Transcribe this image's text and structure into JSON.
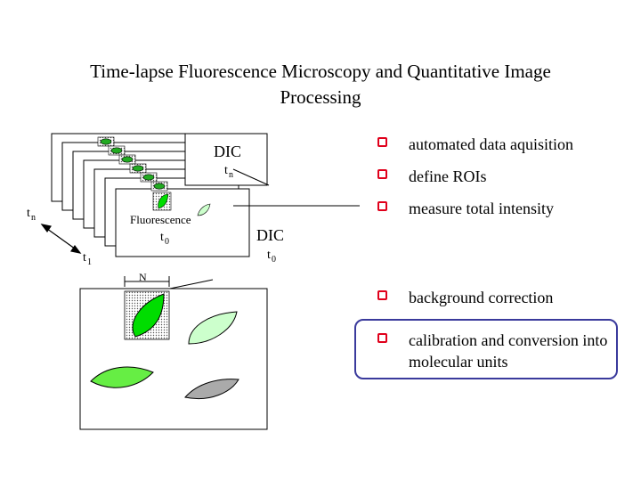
{
  "title": {
    "line1": "Time-lapse Fluorescence Microscopy and Quantitative Image",
    "line2": "Processing"
  },
  "diagram": {
    "dic_stack_label": "DIC",
    "dic_stack_time": "n",
    "fluorescence_label": "Fluorescence",
    "fluorescence_time": "0",
    "dic_t0_label": "DIC",
    "dic_t0_time": "0",
    "axis_tn_time": "n",
    "axis_t1_time": "1",
    "time_prefix": "t",
    "roi_label": "N"
  },
  "bullets": [
    {
      "text": "automated data aquisition"
    },
    {
      "text": "define ROIs"
    },
    {
      "text": "measure total intensity"
    },
    {
      "text": "background correction"
    },
    {
      "text": "calibration and conversion into molecular units"
    }
  ],
  "colors": {
    "bullet": "#e0001b",
    "highlight_border": "#3a3a9c",
    "cell_bright": "#00dd00",
    "cell_light": "#ccffcc",
    "cell_mid": "#66ee44",
    "cell_gray": "#aaaaaa",
    "stack_cell": "#22aa22"
  }
}
